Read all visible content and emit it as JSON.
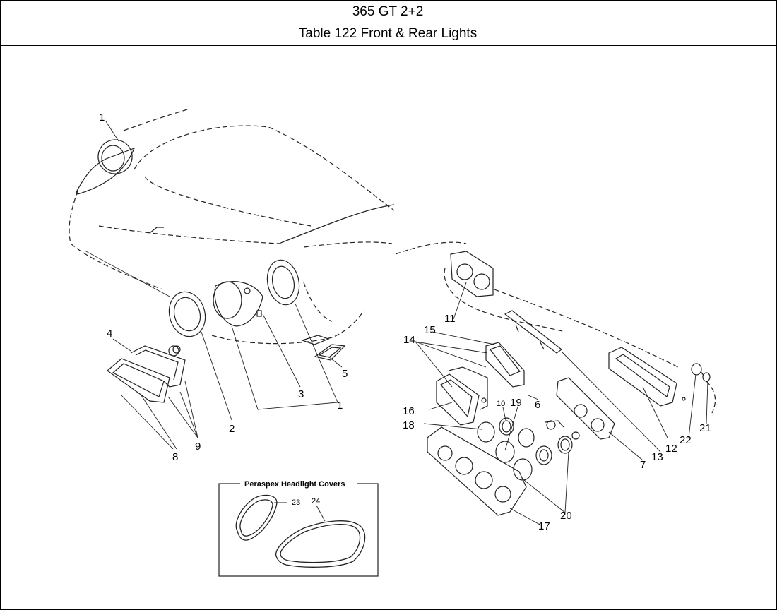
{
  "header": {
    "model": "365 GT 2+2",
    "table_title": "Table 122 Front & Rear Lights"
  },
  "diagram": {
    "callouts": {
      "c1_top": "1",
      "c1_bottom": "1",
      "c2": "2",
      "c3": "3",
      "c4": "4",
      "c5": "5",
      "c6": "6",
      "c7": "7",
      "c8": "8",
      "c9": "9",
      "c10": "10",
      "c11": "11",
      "c12": "12",
      "c13": "13",
      "c14": "14",
      "c15": "15",
      "c16": "16",
      "c17": "17",
      "c18": "18",
      "c19": "19",
      "c20": "20",
      "c21": "21",
      "c22": "22"
    },
    "inset": {
      "title": "Peraspex Headlight Covers",
      "c23": "23",
      "c24": "24"
    }
  }
}
